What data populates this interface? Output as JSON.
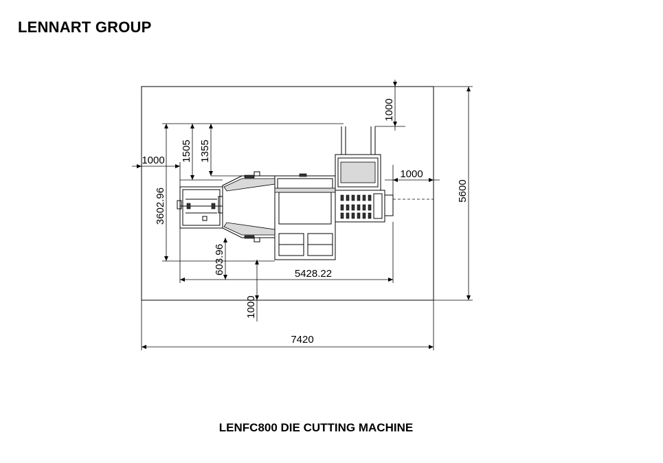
{
  "brand": "LENNART GROUP",
  "caption": "LENFC800 DIE CUTTING MACHINE",
  "dimensions": {
    "overall_width": "7420",
    "overall_height": "5600",
    "machine_length": "5428.22",
    "machine_depth": "3602.96",
    "left_clearance": "1000",
    "right_clearance": "1000",
    "top_clearance": "1000",
    "bottom_clearance": "1000",
    "upper_offset_a": "1505",
    "upper_offset_b": "1355",
    "lower_offset": "603.96"
  }
}
